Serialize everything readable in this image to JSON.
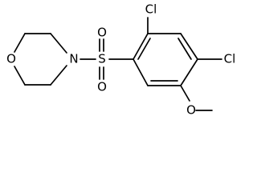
{
  "molecule": {
    "atoms": {
      "oxygen_ring": "O",
      "nitrogen_ring": "N",
      "sulfur": "S",
      "sulfonyl_oxygen_top": "O",
      "sulfonyl_oxygen_bottom": "O",
      "chlorine_top": "Cl",
      "chlorine_right": "Cl",
      "methoxy_oxygen": "O"
    }
  }
}
